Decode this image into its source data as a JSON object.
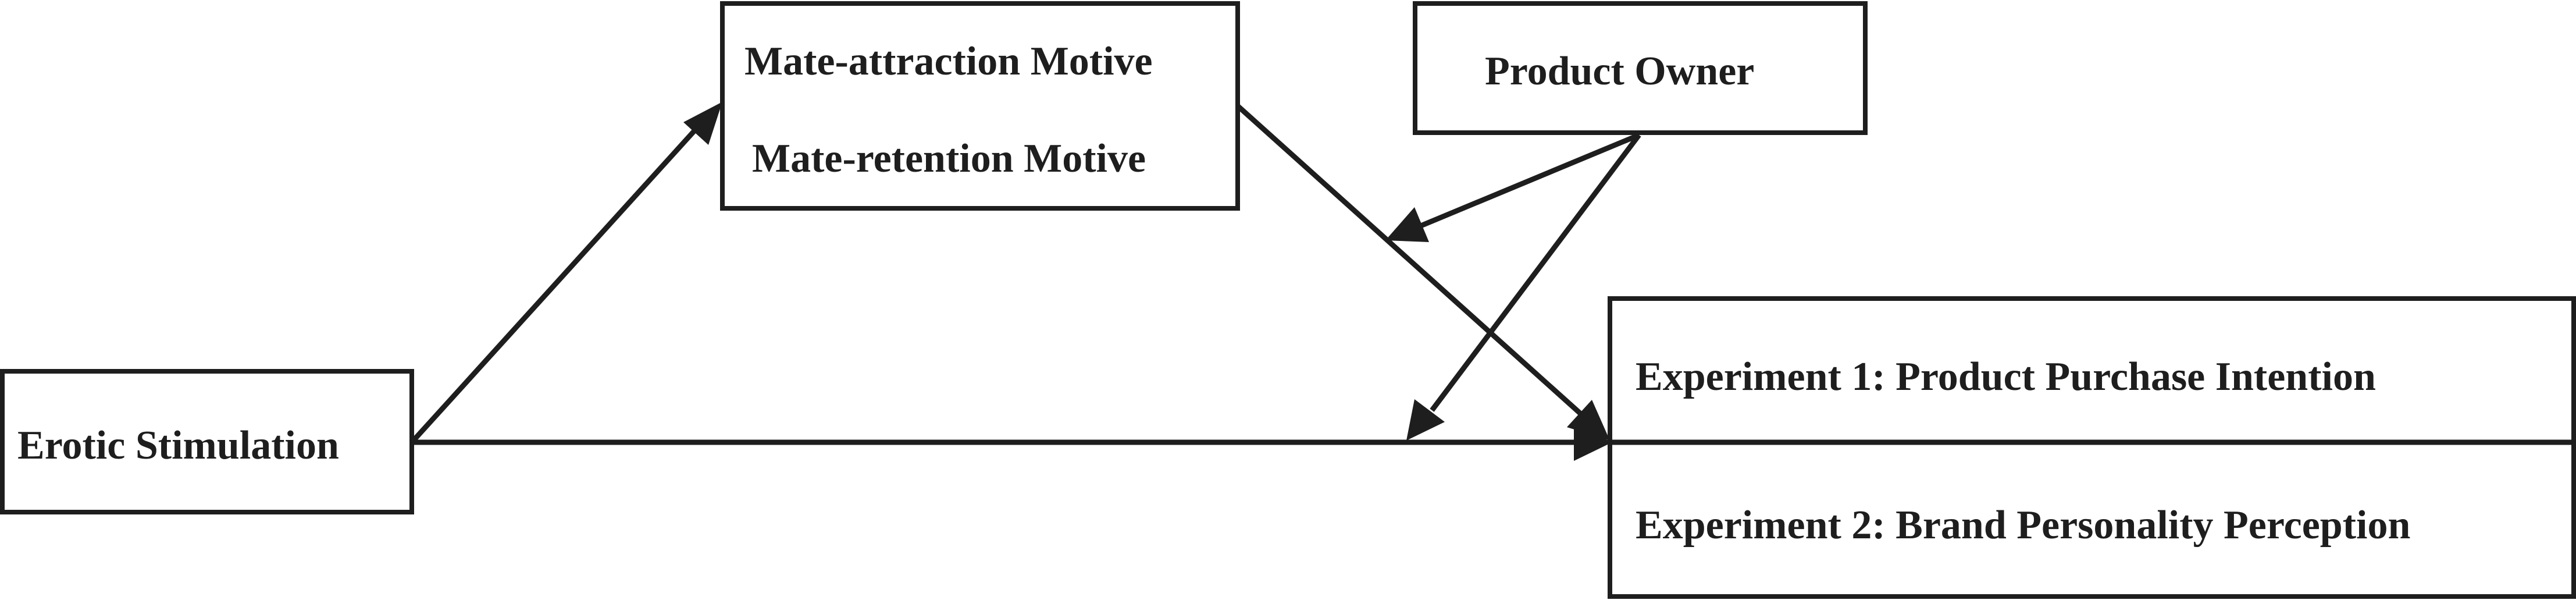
{
  "nodes": {
    "erotic_stimulation": "Erotic Stimulation",
    "mate_attraction": "Mate-attraction Motive",
    "mate_retention": "Mate-retention Motive",
    "product_owner": "Product Owner",
    "experiment1": "Experiment 1: Product Purchase Intention",
    "experiment2": "Experiment 2: Brand Personality Perception"
  },
  "edges": [
    {
      "from": "Erotic Stimulation",
      "to": "Mate-attraction Motive / Mate-retention Motive"
    },
    {
      "from": "Mate-attraction Motive / Mate-retention Motive",
      "to": "Experiment 1: Product Purchase Intention / Experiment 2: Brand Personality Perception"
    },
    {
      "from": "Erotic Stimulation",
      "to": "Experiment 1: Product Purchase Intention / Experiment 2: Brand Personality Perception"
    },
    {
      "from": "Product Owner",
      "to": "mediation path"
    },
    {
      "from": "Product Owner",
      "to": "direct path"
    }
  ],
  "colors": {
    "ink": "#1e1e1e",
    "background": "#ffffff"
  }
}
